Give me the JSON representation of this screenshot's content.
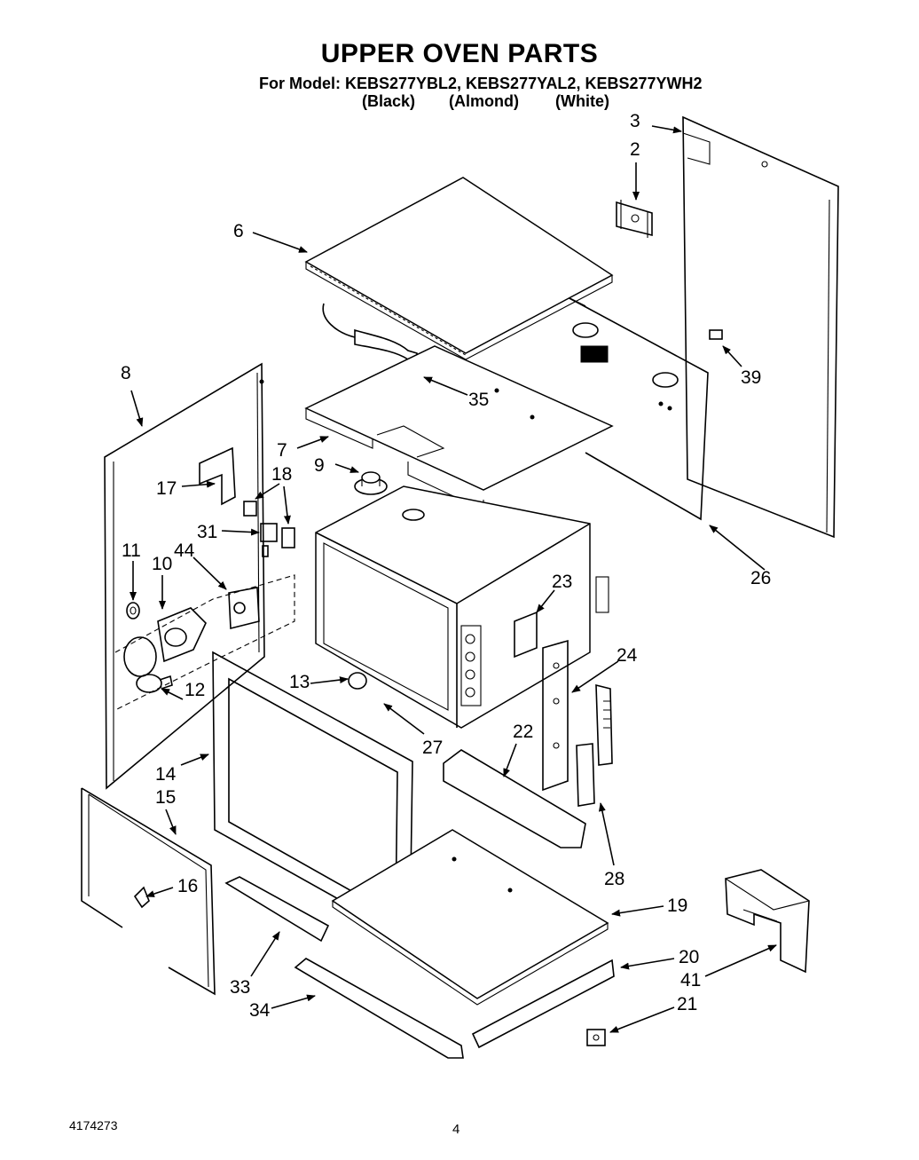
{
  "header": {
    "title": "UPPER OVEN PARTS",
    "model_line": "For Model: KEBS277YBL2, KEBS277YAL2, KEBS277YWH2",
    "variants": [
      "(Black)",
      "(Almond)",
      "(White)"
    ]
  },
  "callouts": {
    "c2": "2",
    "c3": "3",
    "c6": "6",
    "c7": "7",
    "c8": "8",
    "c9": "9",
    "c10": "10",
    "c11": "11",
    "c12": "12",
    "c13": "13",
    "c14": "14",
    "c15": "15",
    "c16": "16",
    "c17": "17",
    "c18": "18",
    "c19": "19",
    "c20": "20",
    "c21": "21",
    "c22": "22",
    "c23": "23",
    "c24": "24",
    "c26": "26",
    "c27": "27",
    "c28": "28",
    "c31": "31",
    "c33": "33",
    "c34": "34",
    "c35": "35",
    "c39": "39",
    "c41": "41",
    "c44": "44"
  },
  "footer": {
    "doc_number": "4174273",
    "page_number": "4"
  }
}
